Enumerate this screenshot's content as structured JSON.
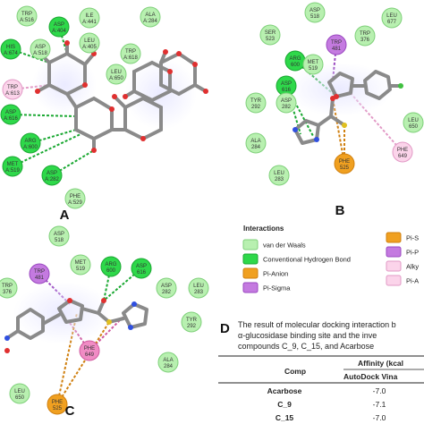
{
  "colors": {
    "vdw_fill": "#b8f0b0",
    "vdw_stroke": "#7fd07a",
    "hbond_fill": "#2ed84a",
    "hbond_stroke": "#1aa832",
    "pi_anion_fill": "#f0a020",
    "pi_anion_stroke": "#d08010",
    "pi_sigma_fill": "#c47ae0",
    "pi_sigma_stroke": "#9a48c0",
    "pi_pi_fill": "#f08cc4",
    "pi_pi_stroke": "#d05aa0",
    "alkyl_fill": "#fbd4ea",
    "alkyl_stroke": "#e29ac6"
  },
  "panels": [
    {
      "label": "A",
      "residues": [
        {
          "l1": "TRP",
          "l2": "A:516",
          "type": "vdw"
        },
        {
          "l1": "ASP",
          "l2": "A:404",
          "type": "hbond"
        },
        {
          "l1": "ILE",
          "l2": "A:441",
          "type": "vdw"
        },
        {
          "l1": "ALA",
          "l2": "A:284",
          "type": "vdw"
        },
        {
          "l1": "HIS",
          "l2": "A:674",
          "type": "hbond"
        },
        {
          "l1": "ASP",
          "l2": "A:518",
          "type": "vdw"
        },
        {
          "l1": "LEU",
          "l2": "A:405",
          "type": "vdw"
        },
        {
          "l1": "TRP",
          "l2": "A:618",
          "type": "vdw"
        },
        {
          "l1": "LEU",
          "l2": "A:650",
          "type": "vdw"
        },
        {
          "l1": "TRP",
          "l2": "A:613",
          "type": "alkyl"
        },
        {
          "l1": "ASP",
          "l2": "A:616",
          "type": "hbond"
        },
        {
          "l1": "ARG",
          "l2": "A:600",
          "type": "hbond"
        },
        {
          "l1": "MET",
          "l2": "A:519",
          "type": "hbond"
        },
        {
          "l1": "ASP",
          "l2": "A:282",
          "type": "hbond"
        },
        {
          "l1": "PHE",
          "l2": "A:529",
          "type": "vdw"
        }
      ]
    },
    {
      "label": "B",
      "residues": [
        {
          "l1": "ASP",
          "l2": "518",
          "type": "vdw"
        },
        {
          "l1": "SER",
          "l2": "523",
          "type": "vdw"
        },
        {
          "l1": "TRP",
          "l2": "376",
          "type": "vdw"
        },
        {
          "l1": "LEU",
          "l2": "677",
          "type": "vdw"
        },
        {
          "l1": "TRP",
          "l2": "481",
          "type": "pi_sigma"
        },
        {
          "l1": "ARG",
          "l2": "600",
          "type": "hbond"
        },
        {
          "l1": "MET",
          "l2": "519",
          "type": "vdw"
        },
        {
          "l1": "ASP",
          "l2": "616",
          "type": "hbond"
        },
        {
          "l1": "TYR",
          "l2": "292",
          "type": "vdw"
        },
        {
          "l1": "ASP",
          "l2": "282",
          "type": "vdw"
        },
        {
          "l1": "LEU",
          "l2": "650",
          "type": "vdw"
        },
        {
          "l1": "ALA",
          "l2": "284",
          "type": "vdw"
        },
        {
          "l1": "PHE",
          "l2": "649",
          "type": "alkyl"
        },
        {
          "l1": "LEU",
          "l2": "283",
          "type": "vdw"
        },
        {
          "l1": "PHE",
          "l2": "525",
          "type": "pi_anion"
        }
      ]
    },
    {
      "label": "C",
      "residues": [
        {
          "l1": "ASP",
          "l2": "518",
          "type": "vdw"
        },
        {
          "l1": "MET",
          "l2": "519",
          "type": "vdw"
        },
        {
          "l1": "ARG",
          "l2": "600",
          "type": "hbond"
        },
        {
          "l1": "ASP",
          "l2": "616",
          "type": "hbond"
        },
        {
          "l1": "TRP",
          "l2": "481",
          "type": "pi_sigma"
        },
        {
          "l1": "ASP",
          "l2": "282",
          "type": "vdw"
        },
        {
          "l1": "LEU",
          "l2": "283",
          "type": "vdw"
        },
        {
          "l1": "TRP",
          "l2": "376",
          "type": "vdw"
        },
        {
          "l1": "TYR",
          "l2": "292",
          "type": "vdw"
        },
        {
          "l1": "PHE",
          "l2": "649",
          "type": "pi_pi"
        },
        {
          "l1": "ALA",
          "l2": "284",
          "type": "vdw"
        },
        {
          "l1": "LEU",
          "l2": "650",
          "type": "vdw"
        },
        {
          "l1": "PHE",
          "l2": "525",
          "type": "pi_anion"
        }
      ]
    }
  ],
  "legend": {
    "title": "Interactions",
    "items": [
      {
        "label": "van der Waals",
        "type": "vdw"
      },
      {
        "label": "Conventional Hydrogen Bond",
        "type": "hbond"
      },
      {
        "label": "Pi-Anion",
        "type": "pi_anion"
      },
      {
        "label": "Pi-Sigma",
        "type": "pi_sigma"
      },
      {
        "label": "Pi-S",
        "type": "pi_anion"
      },
      {
        "label": "Pi-P",
        "type": "pi_sigma"
      },
      {
        "label": "Alky",
        "type": "alkyl"
      },
      {
        "label": "Pi-A",
        "type": "alkyl"
      }
    ]
  },
  "section_d": {
    "label": "D",
    "caption_lines": [
      "The result of molecular docking interaction b",
      "α-glucosidase binding site and the inve",
      "compounds C_9, C_15, and Acarbose"
    ],
    "table": {
      "col1": "Comp",
      "col2_group": "Affinity (kcal",
      "col2_sub": "AutoDock Vina",
      "rows": [
        {
          "name": "Acarbose",
          "value": "-7.0"
        },
        {
          "name": "C_9",
          "value": "-7.1"
        },
        {
          "name": "C_15",
          "value": "-7.0"
        }
      ]
    }
  }
}
